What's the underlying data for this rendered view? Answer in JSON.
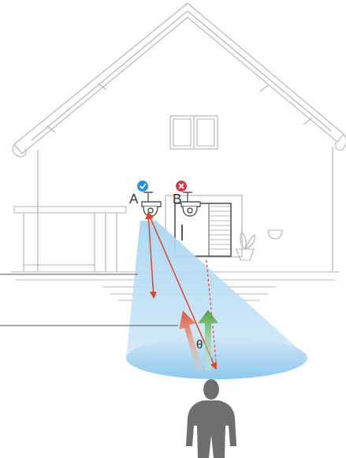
{
  "diagram": {
    "labels": [
      "A",
      "B",
      "θ"
    ]
  }
}
